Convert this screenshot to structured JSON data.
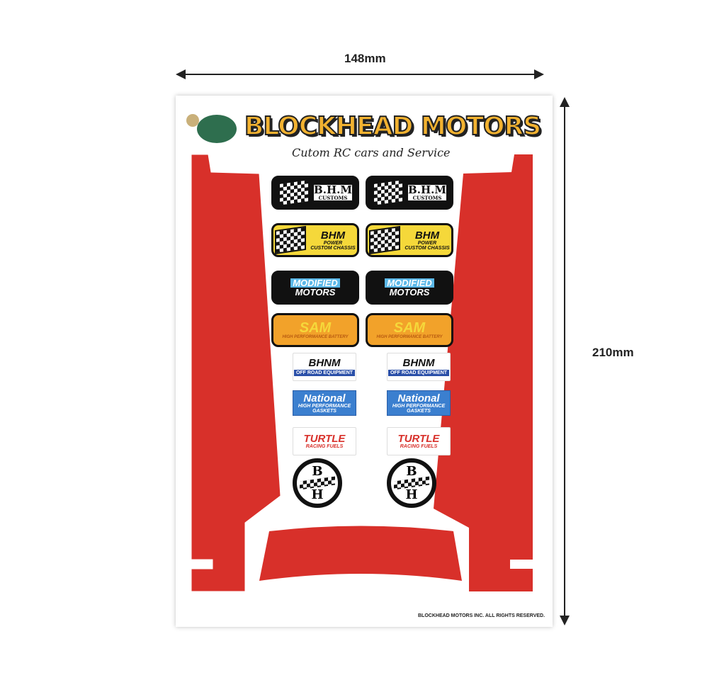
{
  "dimensions": {
    "width": "148mm",
    "height": "210mm"
  },
  "header": {
    "title": "BLOCKHEAD MOTORS",
    "subtitle": "Cutom RC cars and Service"
  },
  "stickers": {
    "bhm_customs": {
      "line1": "B.H.M",
      "line2": "CUSTOMS"
    },
    "bhm_power": {
      "line1": "BHM",
      "line2": "POWER",
      "line3": "CUSTOM CHASSIS"
    },
    "modified": {
      "line1": "MODIFIED",
      "line2": "MOTORS"
    },
    "sam": {
      "line1": "SAM",
      "line2": "HIGH PERFORMANCE BATTERY"
    },
    "bhnm": {
      "line1": "BHNM",
      "line2": "OFF ROAD EQUIPMENT"
    },
    "national": {
      "line1": "National",
      "line2": "HIGH PERFORMANCE GASKETS"
    },
    "turtle": {
      "line1": "TURTLE",
      "line2": "RACING FUELS"
    },
    "bh_emblem": {
      "top": "B",
      "bottom": "H"
    }
  },
  "footer": {
    "copyright": "BLOCKHEAD MOTORS INC. ALL RIGHTS RESERVED."
  },
  "colors": {
    "red": "#d8302a",
    "yellow": "#f5d83a",
    "blue": "#4a90d9",
    "orange": "#f2a22a"
  }
}
